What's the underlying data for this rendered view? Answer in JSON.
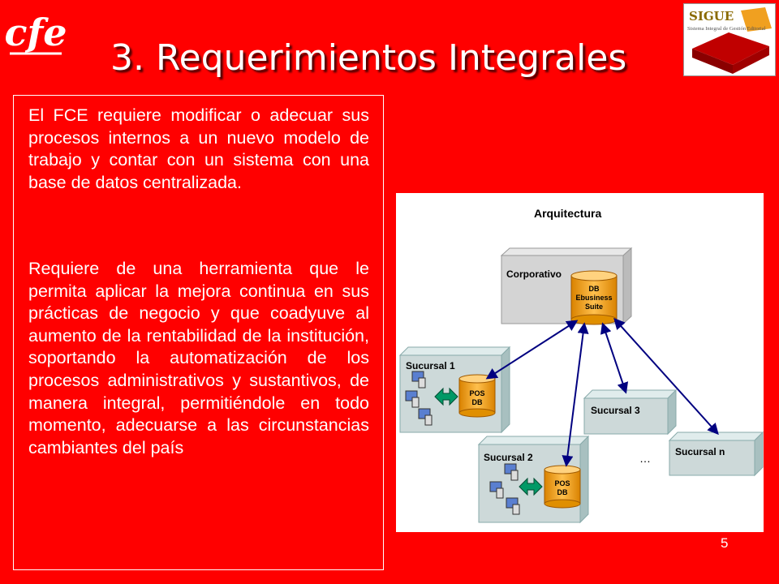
{
  "logo": {
    "text": "cfe"
  },
  "title": "3. Requerimientos Integrales",
  "sigue_logo": {
    "name": "SIGUE",
    "tagline": "Sistema Integral de Gestión Editorial"
  },
  "body": {
    "paragraph_1": "El FCE requiere modificar o adecuar sus procesos internos a un nuevo modelo de trabajo y contar con un sistema con una base de datos centralizada.",
    "paragraph_2": "Requiere de una herramienta que le permita aplicar la mejora continua en sus prácticas de negocio y que coadyuve al aumento de la rentabilidad de la institución, soportando la automatización de los procesos administrativos y sustantivos, de manera integral, permitiéndole en todo momento, adecuarse a las circunstancias cambiantes del país"
  },
  "diagram": {
    "title": "Arquitectura",
    "corporativo": "Corporativo",
    "central_db": [
      "DB",
      "Ebusiness",
      "Suite"
    ],
    "sucursal_1": "Sucursal 1",
    "sucursal_2": "Sucursal 2",
    "sucursal_3": "Sucursal 3",
    "sucursal_n": "Sucursal n",
    "pos_db": [
      "POS",
      "DB"
    ],
    "ellipsis": "…"
  },
  "page_number": "5",
  "colors": {
    "background": "#ff0000",
    "text": "#ffffff",
    "box_face": "#cdd9d9",
    "db_orange": "#f5a623",
    "arrow_navy": "#000080",
    "arrow_green": "#009966"
  }
}
